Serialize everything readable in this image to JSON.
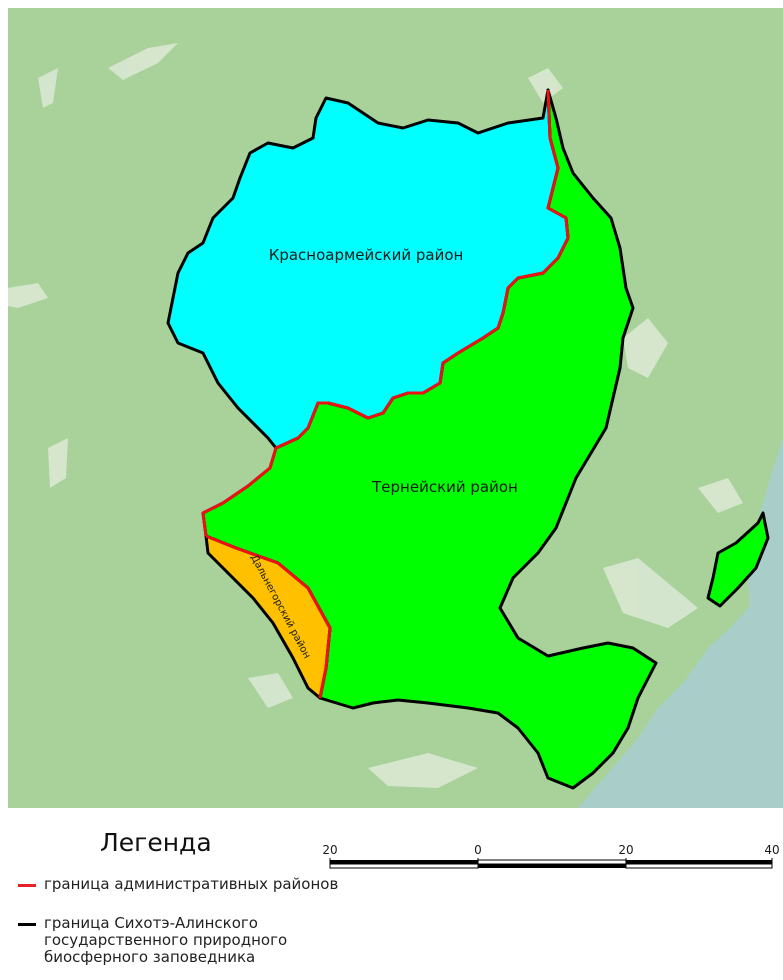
{
  "map": {
    "labels": {
      "krasnoarmeysky": "Красноармейский район",
      "terneysky": "Тернейский район",
      "dalnegorsky": "Дальнегорский район"
    },
    "colors": {
      "background": "#a8d29a",
      "sea": "#a9cdc9",
      "krasnoarmeysky": "#00ffff",
      "terneysky": "#00ff00",
      "dalnegorsky": "#ffc000",
      "admin_border": "#ee1111",
      "reserve_border": "#000000"
    }
  },
  "legend": {
    "title": "Легенда",
    "items": [
      {
        "label": "граница административных районов",
        "color": "#e8202a"
      },
      {
        "label": "граница Сихотэ-Алинского государственного природного биосферного заповедника",
        "color": "#000000"
      }
    ]
  },
  "scale": {
    "ticks": [
      "20",
      "0",
      "20",
      "40"
    ]
  }
}
